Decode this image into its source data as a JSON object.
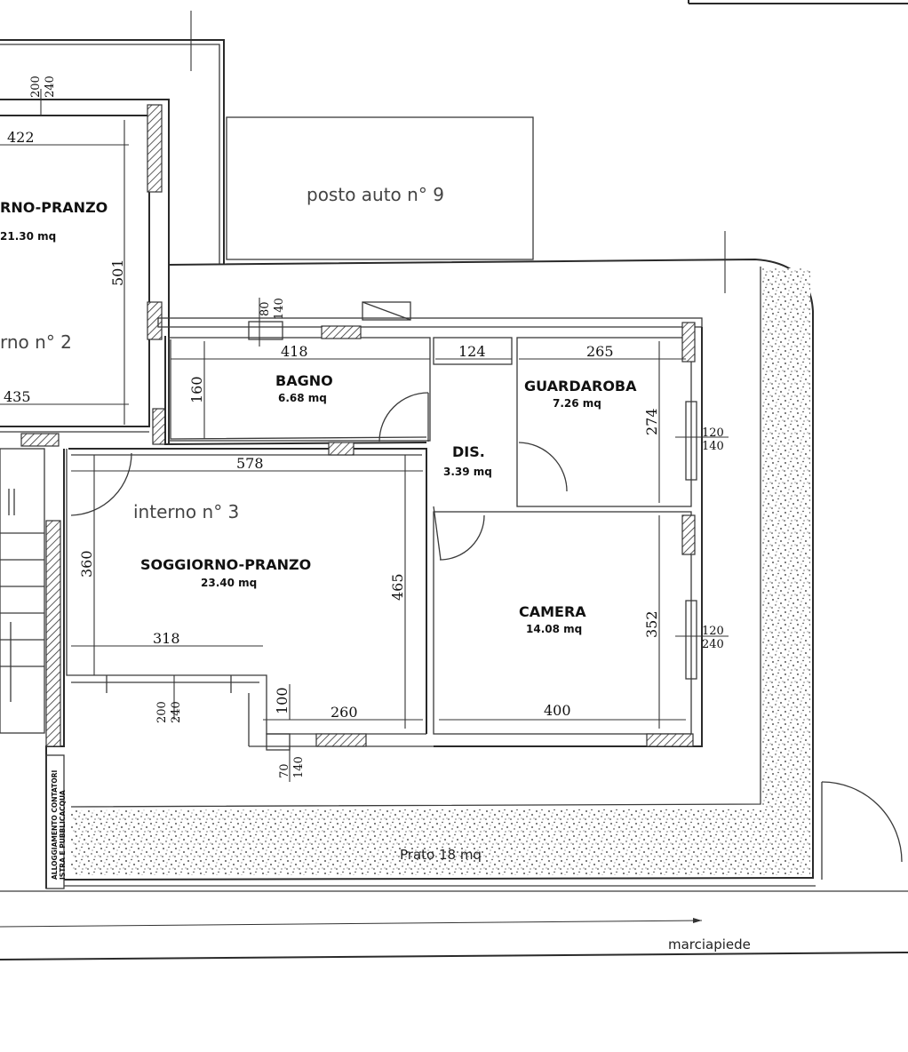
{
  "labels": {
    "posto_auto": "posto auto n° 9",
    "interno2": "rno n° 2",
    "interno3": "interno n° 3",
    "soggiorno_partial": "RNO-PRANZO",
    "area_partial": "21.30 mq",
    "marciapiede": "marciapiede",
    "prato": "Prato 18 mq",
    "contatori_1": "ALLOGGIAMENTO CONTATORI",
    "contatori_2": "ISTRA E PUBBLICACQUA"
  },
  "rooms": {
    "bagno": {
      "name": "BAGNO",
      "area": "6.68 mq"
    },
    "guardaroba": {
      "name": "GUARDAROBA",
      "area": "7.26 mq"
    },
    "dis": {
      "name": "DIS.",
      "area": "3.39 mq"
    },
    "soggiorno": {
      "name": "SOGGIORNO-PRANZO",
      "area": "23.40 mq"
    },
    "camera": {
      "name": "CAMERA",
      "area": "14.08 mq"
    }
  },
  "dimensions": {
    "d422": "422",
    "d435": "435",
    "d501": "501",
    "d418": "418",
    "d124": "124",
    "d265": "265",
    "d160": "160",
    "d274": "274",
    "d578": "578",
    "d360": "360",
    "d465": "465",
    "d318": "318",
    "d260": "260",
    "d100": "100",
    "d400": "400",
    "d352": "352"
  },
  "openings": {
    "top_left": {
      "num": "200",
      "den": "240"
    },
    "bagno_win": {
      "num": "80",
      "den": "140"
    },
    "guard_win": {
      "num": "120",
      "den": "140"
    },
    "camera_win": {
      "num": "120",
      "den": "240"
    },
    "sogg_win": {
      "num": "200",
      "den": "240"
    },
    "small_win": {
      "num": "70",
      "den": "140"
    }
  }
}
